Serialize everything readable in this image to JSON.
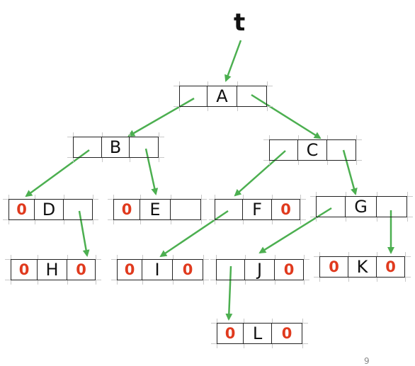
{
  "root_label": "t",
  "page_number": "9",
  "colors": {
    "arrow": "#4caf50",
    "null": "#e03a1e",
    "border": "#222222"
  },
  "nodes": [
    {
      "id": "A",
      "left": "",
      "label": "A",
      "right": ""
    },
    {
      "id": "B",
      "left": "",
      "label": "B",
      "right": ""
    },
    {
      "id": "C",
      "left": "",
      "label": "C",
      "right": ""
    },
    {
      "id": "D",
      "left": "0",
      "label": "D",
      "right": ""
    },
    {
      "id": "E",
      "left": "0",
      "label": "E",
      "right": ""
    },
    {
      "id": "F",
      "left": "",
      "label": "F",
      "right": "0"
    },
    {
      "id": "G",
      "left": "",
      "label": "G",
      "right": ""
    },
    {
      "id": "H",
      "left": "0",
      "label": "H",
      "right": "0"
    },
    {
      "id": "I",
      "left": "0",
      "label": "I",
      "right": "0"
    },
    {
      "id": "J",
      "left": "",
      "label": "J",
      "right": "0"
    },
    {
      "id": "K",
      "left": "0",
      "label": "K",
      "right": "0"
    },
    {
      "id": "L",
      "left": "0",
      "label": "L",
      "right": "0"
    }
  ],
  "edges": [
    {
      "from": "t",
      "to": "A"
    },
    {
      "from": "A",
      "to": "B"
    },
    {
      "from": "A",
      "to": "C"
    },
    {
      "from": "B",
      "to": "D"
    },
    {
      "from": "B",
      "to": "E"
    },
    {
      "from": "C",
      "to": "F"
    },
    {
      "from": "C",
      "to": "G"
    },
    {
      "from": "D",
      "to": "H"
    },
    {
      "from": "F",
      "to": "I"
    },
    {
      "from": "G",
      "to": "J"
    },
    {
      "from": "G",
      "to": "K"
    },
    {
      "from": "J",
      "to": "L"
    }
  ]
}
